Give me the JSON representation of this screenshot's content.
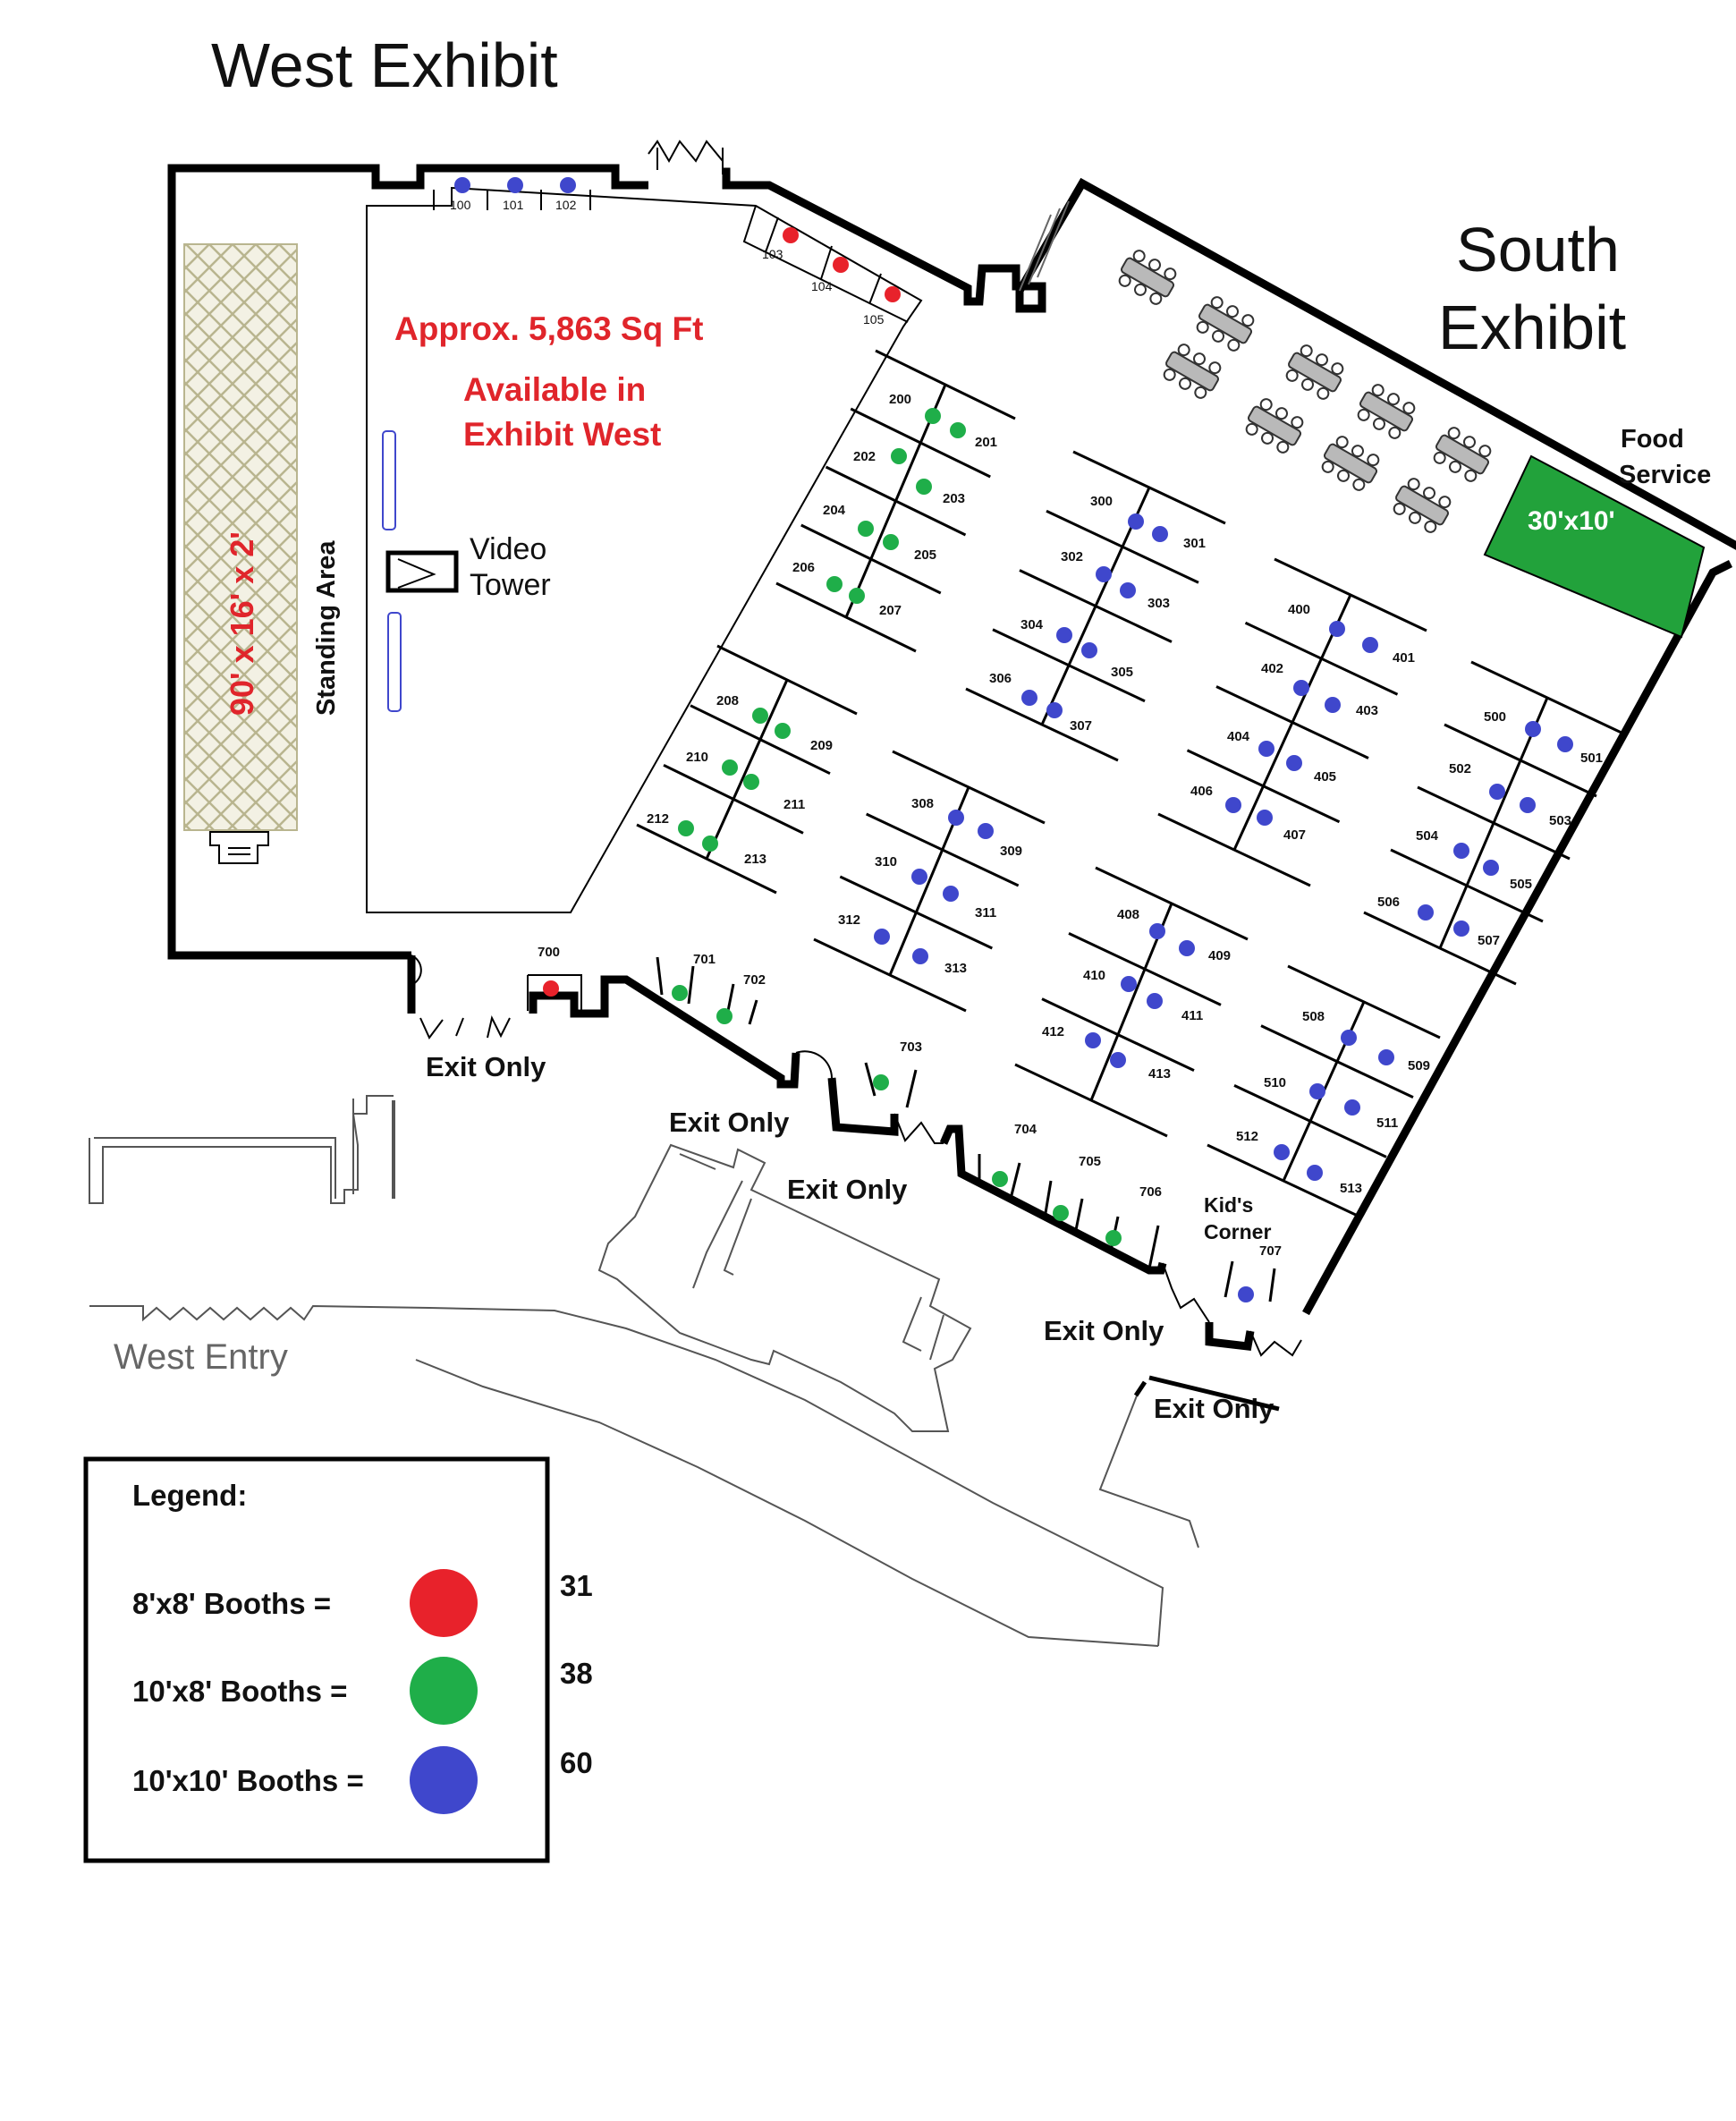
{
  "titles": {
    "west": "West  Exhibit",
    "south_line1": "South",
    "south_line2": "Exhibit"
  },
  "west_info": {
    "line1": "Approx.  5,863  Sq Ft",
    "line2": "Available in",
    "line3": "Exhibit West"
  },
  "labels": {
    "stage": "90' x 16' x 2'",
    "standing": "Standing Area",
    "video1": "Video",
    "video2": "Tower",
    "food1": "Food",
    "food2": "Service",
    "food_size": "30'x10'",
    "kids1": "Kid's",
    "kids2": "Corner",
    "west_entry": "West Entry"
  },
  "exits": [
    "Exit Only",
    "Exit Only",
    "Exit Only",
    "Exit Only",
    "Exit Only"
  ],
  "legend": {
    "title": "Legend:",
    "items": [
      {
        "label": "8'x8' Booths =",
        "color": "#e8222b",
        "count": "31"
      },
      {
        "label": "10'x8' Booths =",
        "color": "#1fae49",
        "count": "38"
      },
      {
        "label": "10'x10' Booths =",
        "color": "#3f47cc",
        "count": "60"
      }
    ]
  },
  "booth_colors": {
    "red": "#e8222b",
    "green": "#1fae49",
    "blue": "#3f47cc"
  },
  "booths": [
    {
      "n": "100",
      "c": "blue"
    },
    {
      "n": "101",
      "c": "blue"
    },
    {
      "n": "102",
      "c": "blue"
    },
    {
      "n": "103",
      "c": "red"
    },
    {
      "n": "104",
      "c": "red"
    },
    {
      "n": "105",
      "c": "red"
    },
    {
      "n": "200",
      "c": "green"
    },
    {
      "n": "201",
      "c": "green"
    },
    {
      "n": "202",
      "c": "green"
    },
    {
      "n": "203",
      "c": "green"
    },
    {
      "n": "204",
      "c": "green"
    },
    {
      "n": "205",
      "c": "green"
    },
    {
      "n": "206",
      "c": "green"
    },
    {
      "n": "207",
      "c": "green"
    },
    {
      "n": "208",
      "c": "green"
    },
    {
      "n": "209",
      "c": "green"
    },
    {
      "n": "210",
      "c": "green"
    },
    {
      "n": "211",
      "c": "green"
    },
    {
      "n": "212",
      "c": "green"
    },
    {
      "n": "213",
      "c": "green"
    },
    {
      "n": "300",
      "c": "blue"
    },
    {
      "n": "301",
      "c": "blue"
    },
    {
      "n": "302",
      "c": "blue"
    },
    {
      "n": "303",
      "c": "blue"
    },
    {
      "n": "304",
      "c": "blue"
    },
    {
      "n": "305",
      "c": "blue"
    },
    {
      "n": "306",
      "c": "blue"
    },
    {
      "n": "307",
      "c": "blue"
    },
    {
      "n": "308",
      "c": "blue"
    },
    {
      "n": "309",
      "c": "blue"
    },
    {
      "n": "310",
      "c": "blue"
    },
    {
      "n": "311",
      "c": "blue"
    },
    {
      "n": "312",
      "c": "blue"
    },
    {
      "n": "313",
      "c": "blue"
    },
    {
      "n": "400",
      "c": "blue"
    },
    {
      "n": "401",
      "c": "blue"
    },
    {
      "n": "402",
      "c": "blue"
    },
    {
      "n": "403",
      "c": "blue"
    },
    {
      "n": "404",
      "c": "blue"
    },
    {
      "n": "405",
      "c": "blue"
    },
    {
      "n": "406",
      "c": "blue"
    },
    {
      "n": "407",
      "c": "blue"
    },
    {
      "n": "408",
      "c": "blue"
    },
    {
      "n": "409",
      "c": "blue"
    },
    {
      "n": "410",
      "c": "blue"
    },
    {
      "n": "411",
      "c": "blue"
    },
    {
      "n": "412",
      "c": "blue"
    },
    {
      "n": "413",
      "c": "blue"
    },
    {
      "n": "500",
      "c": "blue"
    },
    {
      "n": "501",
      "c": "blue"
    },
    {
      "n": "502",
      "c": "blue"
    },
    {
      "n": "503",
      "c": "blue"
    },
    {
      "n": "504",
      "c": "blue"
    },
    {
      "n": "505",
      "c": "blue"
    },
    {
      "n": "506",
      "c": "blue"
    },
    {
      "n": "507",
      "c": "blue"
    },
    {
      "n": "508",
      "c": "blue"
    },
    {
      "n": "509",
      "c": "blue"
    },
    {
      "n": "510",
      "c": "blue"
    },
    {
      "n": "511",
      "c": "blue"
    },
    {
      "n": "512",
      "c": "blue"
    },
    {
      "n": "513",
      "c": "blue"
    },
    {
      "n": "700",
      "c": "red"
    },
    {
      "n": "701",
      "c": "green"
    },
    {
      "n": "702",
      "c": "green"
    },
    {
      "n": "703",
      "c": "green"
    },
    {
      "n": "704",
      "c": "green"
    },
    {
      "n": "705",
      "c": "green"
    },
    {
      "n": "706",
      "c": "green"
    },
    {
      "n": "707",
      "c": "blue"
    }
  ]
}
